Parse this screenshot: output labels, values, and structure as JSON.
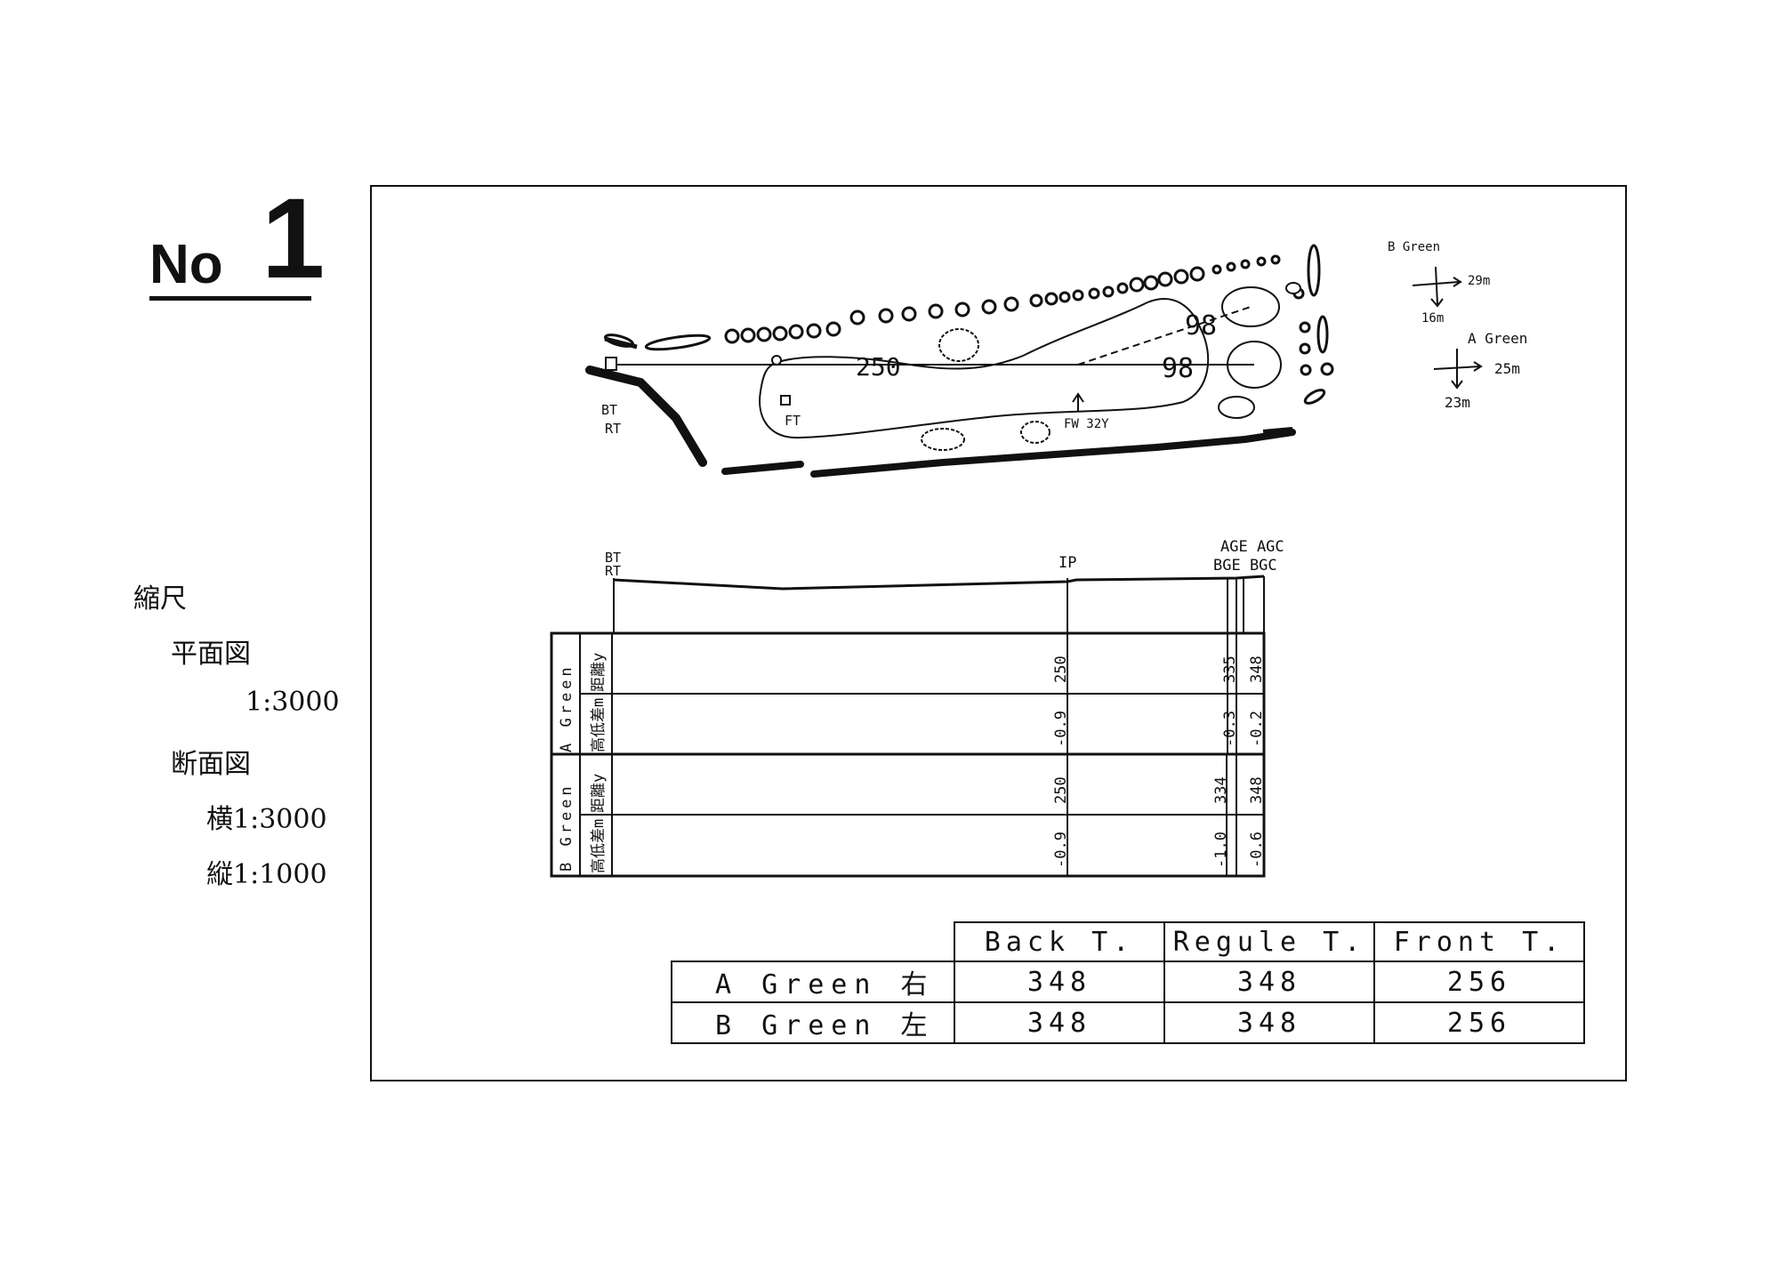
{
  "heading": {
    "no_label": "No",
    "number": "1"
  },
  "scale": {
    "title": "縮尺",
    "plan_label": "平面図",
    "plan_ratio": "1:3000",
    "section_label": "断面図",
    "horizontal": "横1:3000",
    "vertical": "縦1:1000"
  },
  "plan": {
    "dist_ip": "250",
    "dist_green_a": "98",
    "dist_green_b": "98",
    "tee_labels": [
      "BT",
      "RT"
    ],
    "ft_label": "FT",
    "fw_label": "FW 32Y",
    "b_green": {
      "title": "B Green",
      "across": "29m",
      "depth": "16m"
    },
    "a_green": {
      "title": "A Green",
      "across": "25m",
      "depth": "23m"
    }
  },
  "profile": {
    "tee_labels": [
      "BT",
      "RT"
    ],
    "ip_label": "IP",
    "green_top": "AGE AGC",
    "green_bottom": "BGE BGC",
    "a_group": "A Green",
    "b_group": "B Green",
    "distance_label": "距離y",
    "elevation_label": "高低差m",
    "a_distance": [
      "250",
      "335",
      "348"
    ],
    "a_elevation": [
      "-0.9",
      "-0.3",
      "-0.2"
    ],
    "b_distance": [
      "250",
      "334",
      "348"
    ],
    "b_elevation": [
      "-0.9",
      "-1.0",
      "-0.6"
    ]
  },
  "yardage": {
    "columns": [
      "Back T.",
      "Regule T.",
      "Front T."
    ],
    "rows": [
      {
        "label": "A Green 右",
        "values": [
          "348",
          "348",
          "256"
        ]
      },
      {
        "label": "B Green 左",
        "values": [
          "348",
          "348",
          "256"
        ]
      }
    ]
  }
}
